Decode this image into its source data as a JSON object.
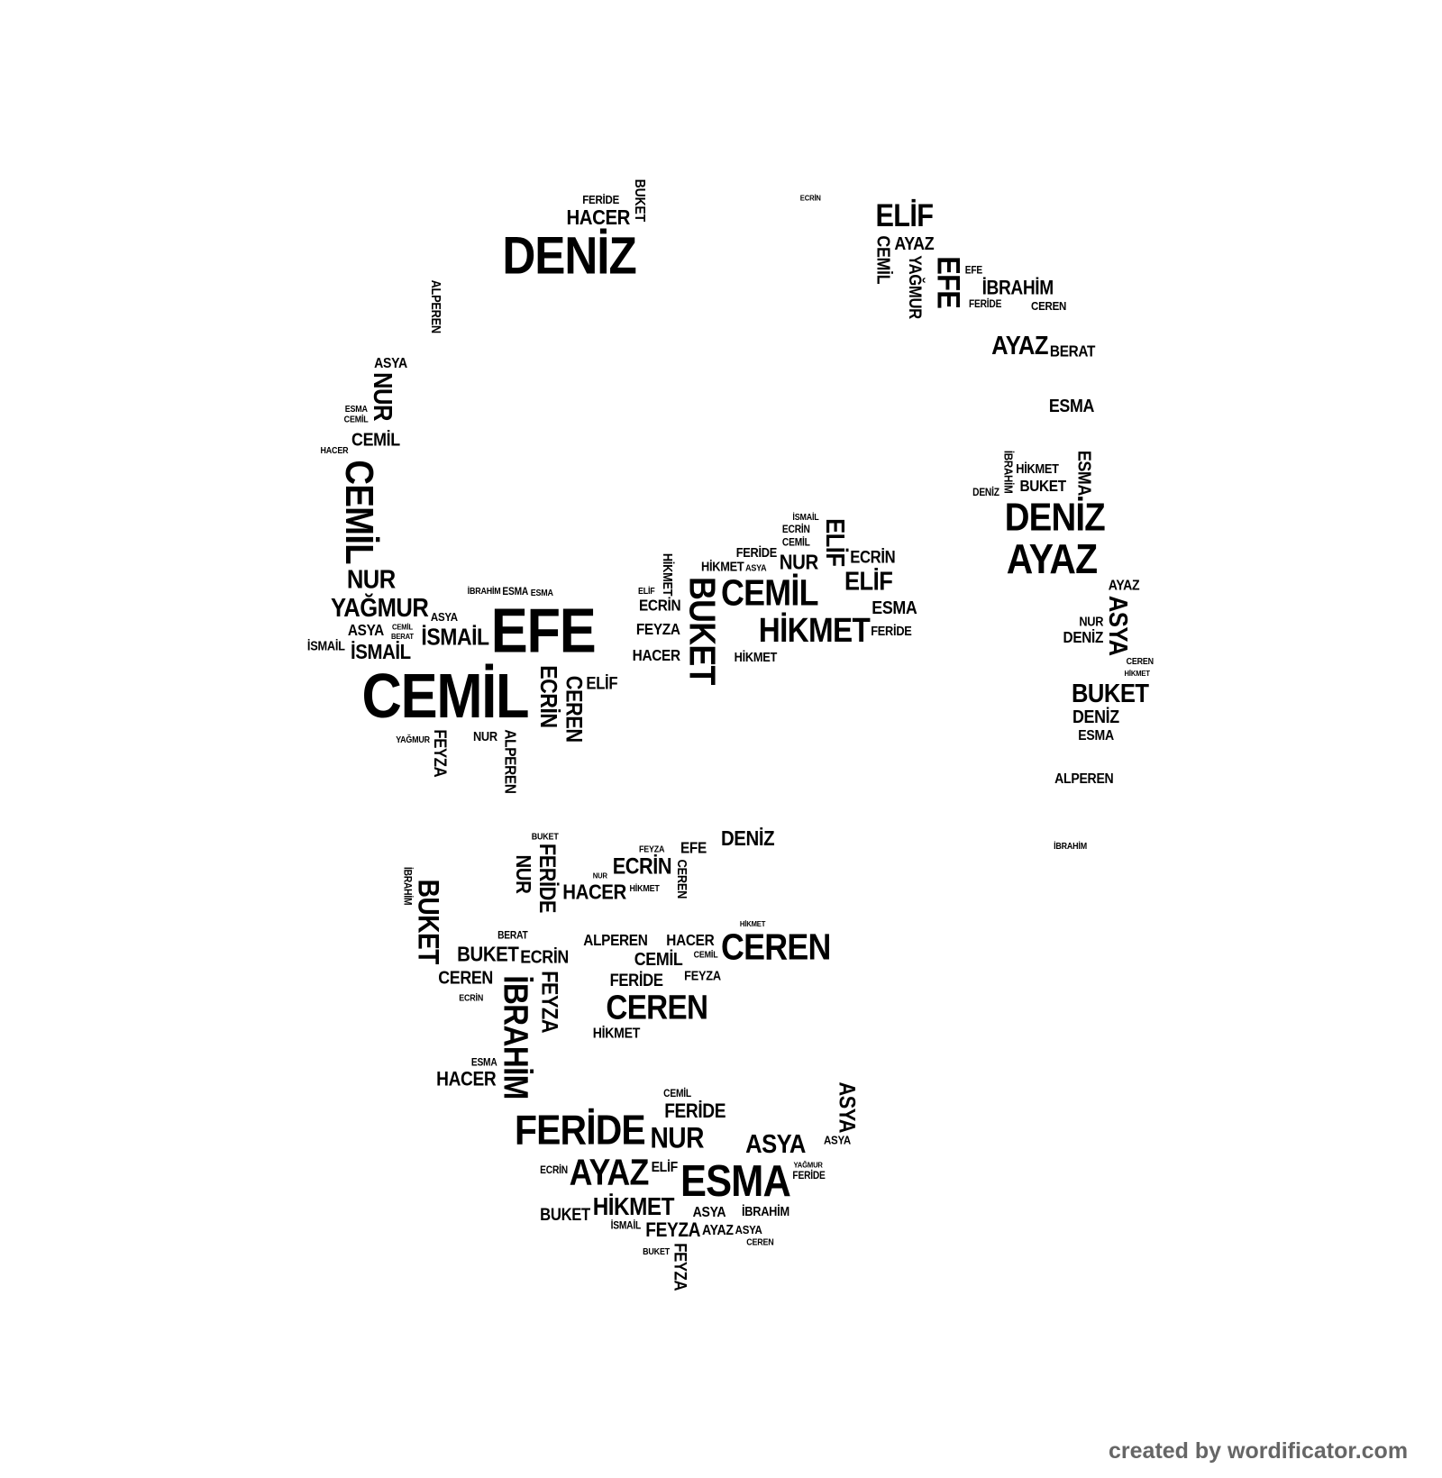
{
  "words": [
    "DENİZ",
    "HACER",
    "FERİDE",
    "BUKET",
    "ALPEREN",
    "ECRİN",
    "ELİF",
    "AYAZ",
    "YAĞMUR",
    "CEMİL",
    "EFE",
    "EFE",
    "FERİDE",
    "İBRAHİM",
    "CEREN",
    "AYAZ",
    "BERAT",
    "ESMA",
    "ESMA",
    "İBRAHİM",
    "DENİZ",
    "BUKET",
    "HİKMET",
    "DENİZ",
    "AYAZ",
    "AYAZ",
    "ASYA",
    "NUR",
    "DENİZ",
    "CEREN",
    "HİKMET",
    "BUKET",
    "DENİZ",
    "ESMA",
    "ALPEREN",
    "İBRAHİM",
    "ASYA",
    "NUR",
    "CEMİL",
    "ESMA",
    "CEMİL",
    "HACER",
    "CEMİL",
    "NUR",
    "YAĞMUR",
    "ASYA",
    "İSMAİL",
    "CEMİL",
    "BERAT",
    "ASYA",
    "İSMAİL",
    "İBRAHİM",
    "ESMA",
    "ESMA",
    "EFE",
    "CEMİL",
    "ALPEREN",
    "ECRİN",
    "ELİF",
    "CEREN",
    "İSMAİL",
    "FEYZA",
    "YAĞMUR",
    "NUR",
    "ELİF",
    "İSMAİL",
    "HİKMET",
    "ASYA",
    "FERİDE",
    "CEMİL",
    "ECRİN",
    "ECRİN",
    "NUR",
    "ELİF",
    "CEMİL",
    "BUKET",
    "HİKMET",
    "ESMA",
    "FERİDE",
    "ECRİN",
    "FEYZA",
    "HİKMET",
    "HACER",
    "HİKMET",
    "ELİF",
    "DENİZ",
    "EFE",
    "CEREN",
    "FEYZA",
    "ECRİN",
    "HACER",
    "HİKMET",
    "NUR",
    "FERİDE",
    "NUR",
    "BUKET",
    "İBRAHİM",
    "BUKET",
    "BUKET",
    "ECRİN",
    "BERAT",
    "CEREN",
    "ECRİN",
    "İBRAHİM",
    "FEYZA",
    "ALPEREN",
    "CEMİL",
    "FEYZA",
    "CEMİL",
    "CEREN",
    "HİKMET",
    "FERİDE",
    "HACER",
    "CEREN",
    "HİKMET",
    "ESMA",
    "HACER",
    "ASYA",
    "ASYA",
    "FERİDE",
    "CEMİL",
    "FERİDE",
    "AYAZ",
    "NUR",
    "ASYA",
    "ECRİN",
    "BUKET",
    "ELİF",
    "FEYZA",
    "ESMA",
    "FERİDE",
    "YAĞMUR",
    "HİKMET",
    "İBRAHİM",
    "ASYA",
    "ASYA",
    "CEREN",
    "AYAZ",
    "İSMAİL",
    "BUKET",
    "FEYZA"
  ],
  "footer": "created by wordificator.com"
}
